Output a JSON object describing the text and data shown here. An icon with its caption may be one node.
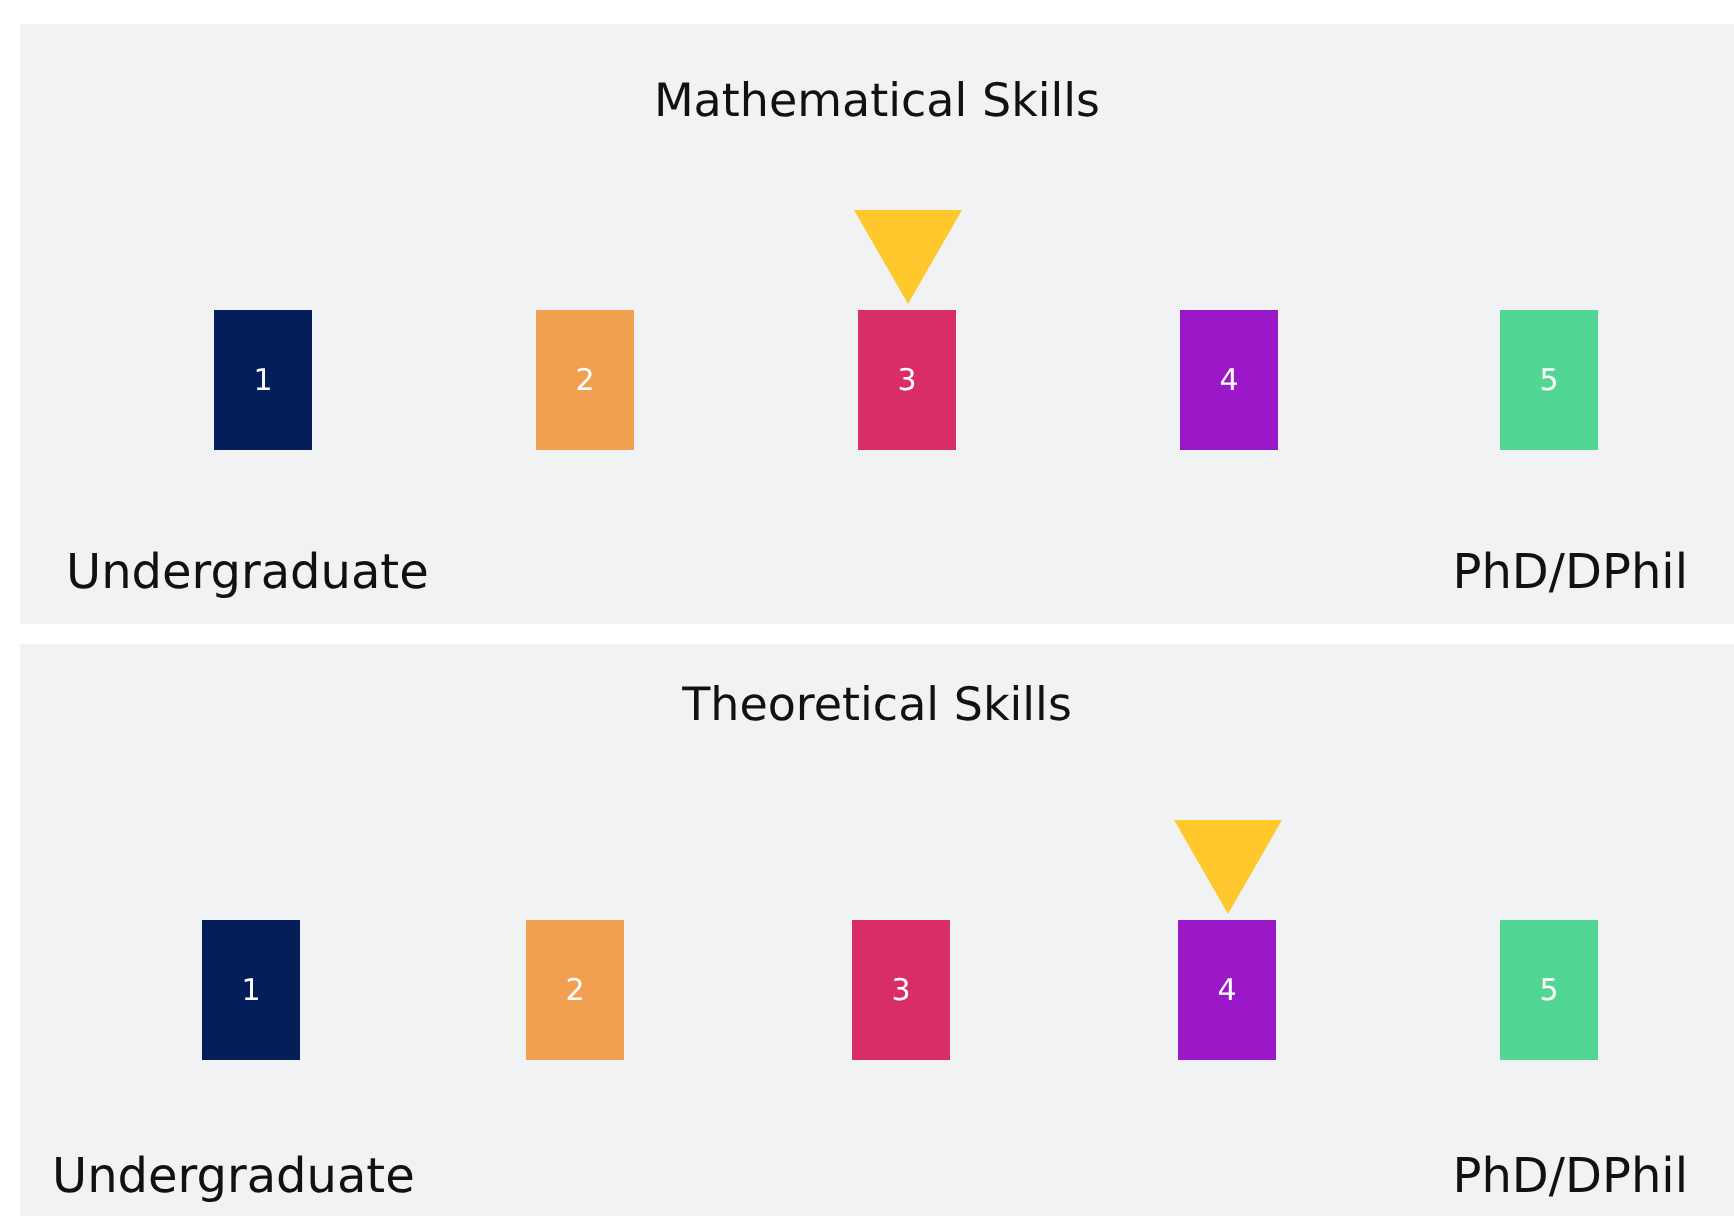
{
  "diagram": {
    "nodes": [
      {
        "text": [
          "Mathematical Skills",
          "Undergraduate",
          "PhD/DPhil"
        ]
      },
      {
        "text": [
          "1"
        ],
        "in": 0
      },
      {
        "text": [
          "2"
        ],
        "in": 0
      },
      {
        "text": [
          "3"
        ],
        "in": 0
      },
      {
        "text": [
          "4"
        ],
        "in": 0
      },
      {
        "text": [
          "5"
        ],
        "in": 0
      },
      {
        "text": [
          "Theoretical Skills",
          "Undergraduate",
          "PhD/DPhil"
        ]
      },
      {
        "text": [
          "1"
        ],
        "in": 6
      },
      {
        "text": [
          "2"
        ],
        "in": 6
      },
      {
        "text": [
          "3"
        ],
        "in": 6
      },
      {
        "text": [
          "4"
        ],
        "in": 6
      },
      {
        "text": [
          "5"
        ],
        "in": 6
      }
    ]
  }
}
